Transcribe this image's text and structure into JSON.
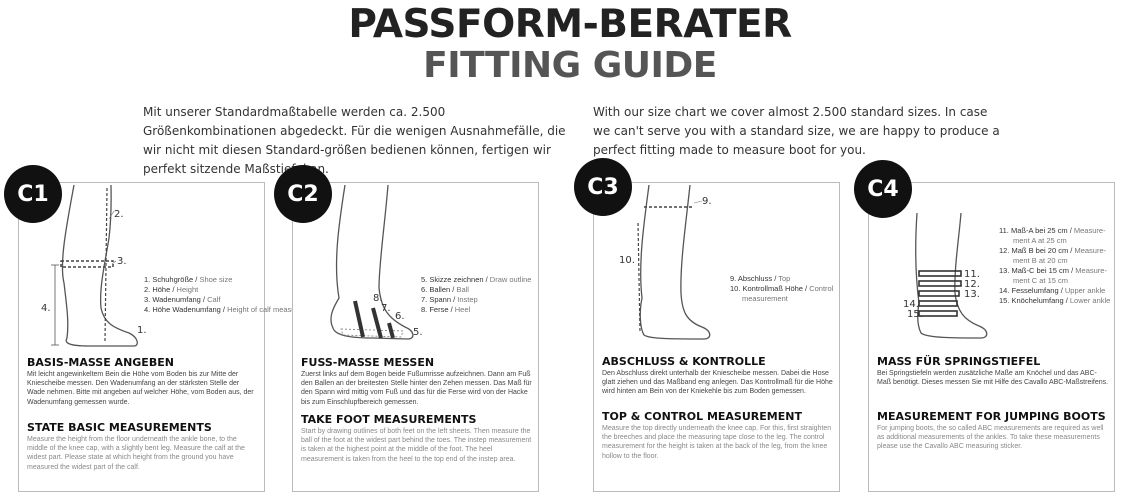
{
  "header": {
    "title_de": "PASSFORM-BERATER",
    "title_en": "FITTING GUIDE"
  },
  "intro": {
    "de": "Mit unserer Standardmaßtabelle werden ca. 2.500 Größenkombinationen abgedeckt. Für die wenigen Ausnahmefälle, die wir nicht mit diesen Standard-größen bedienen können, fertigen wir perfekt sitzende Maßstiefel an.",
    "en": "With our size chart we cover almost 2.500 standard sizes. In case we can't serve you with a standard size, we are happy to produce a perfect fitting made to measure boot for you."
  },
  "panels": [
    {
      "badge": "C1",
      "labels": [
        "1.",
        "2.",
        "3.",
        "4."
      ],
      "legend": [
        {
          "de": "1. Schuhgröße / ",
          "en": "Shoe size"
        },
        {
          "de": "2. Höhe / ",
          "en": "Height"
        },
        {
          "de": "3. Wadenumfang / ",
          "en": "Calf"
        },
        {
          "de": "4. Höhe Wadenumfang / ",
          "en": "Height of calf measurement"
        }
      ],
      "heading_de": "BASIS-MASSE ANGEBEN",
      "text_de": "Mit leicht angewinkeltem Bein die Höhe vom Boden bis zur Mitte der Kniescheibe messen. Den Wadenumfang an der stärksten Stelle der Wade nehmen. Bitte mit angeben auf welcher Höhe, vom Boden aus, der Wadenumfang gemessen wurde.",
      "heading_en": "STATE BASIC MEASUREMENTS",
      "text_en": "Measure the height from the floor underneath the ankle bone, to the middle of the knee cap, with a slightly bent leg. Measure the calf at the widest part. Please state at which height from the ground you have measured the widest part of the calf."
    },
    {
      "badge": "C2",
      "labels": [
        "5.",
        "6.",
        "7.",
        "8."
      ],
      "legend": [
        {
          "de": "5. Skizze zeichnen / ",
          "en": "Draw outline"
        },
        {
          "de": "6. Ballen / ",
          "en": "Ball"
        },
        {
          "de": "7. Spann / ",
          "en": "Instep"
        },
        {
          "de": "8. Ferse / ",
          "en": "Heel"
        }
      ],
      "heading_de": "FUSS-MASSE MESSEN",
      "text_de": "Zuerst links auf dem Bogen beide Fußumrisse aufzeichnen. Dann am Fuß den Ballen an der breitesten Stelle hinter den Zehen messen. Das Maß für den Spann wird mittig vom Fuß und das für die Ferse wird von der Hacke bis zum Einschlupfbereich gemessen.",
      "heading_en": "TAKE FOOT MEASUREMENTS",
      "text_en": "Start by drawing outlines of both feet on the left sheets. Then measure the ball of the foot at the widest part behind the toes. The instep measurement is taken at the highest point at the middle of the foot. The heel measurement is taken from the heel to the top end of the instep area."
    },
    {
      "badge": "C3",
      "labels": [
        "9.",
        "10."
      ],
      "legend": [
        {
          "de": "9. Abschluss / ",
          "en": "Top"
        },
        {
          "de": "10. Kontrollmaß Höhe / ",
          "en": "Control"
        },
        {
          "de": "",
          "en": "measurement"
        }
      ],
      "heading_de": "ABSCHLUSS & KONTROLLE",
      "text_de": "Den Abschluss direkt unterhalb der Kniescheibe messen. Dabei die Hose glatt ziehen und das Maßband eng anlegen. Das Kontrollmaß für die Höhe wird hinten am Bein von der Kniekehle bis zum Boden gemessen.",
      "heading_en": "TOP & CONTROL MEASUREMENT",
      "text_en": "Measure the top directly underneath the knee cap. For this, first straighten the breeches and place the measuring tape close to the leg. The control measurement for the height is taken at the back of the leg, from the knee hollow to the floor."
    },
    {
      "badge": "C4",
      "labels": [
        "11.",
        "12.",
        "13.",
        "14.",
        "15."
      ],
      "legend": [
        {
          "de": "11. Maß-A bei 25 cm / ",
          "en": "Measure-"
        },
        {
          "de": "",
          "en": "ment A at 25 cm"
        },
        {
          "de": "12. Maß B bei 20 cm / ",
          "en": "Measure-"
        },
        {
          "de": "",
          "en": "ment B at 20 cm"
        },
        {
          "de": "13. Maß-C bei 15 cm / ",
          "en": "Measure-"
        },
        {
          "de": "",
          "en": "ment C at 15 cm"
        },
        {
          "de": "14. Fesselumfang / ",
          "en": "Upper ankle"
        },
        {
          "de": "15. Knöchelumfang / ",
          "en": "Lower ankle"
        }
      ],
      "heading_de": "MASS FÜR SPRINGSTIEFEL",
      "text_de": "Bei Springstiefeln werden zusätzliche Maße am Knöchel und das ABC-Maß benötigt. Dieses messen Sie mit Hilfe des Cavallo ABC-Maßstreifens.",
      "heading_en": "MEASUREMENT FOR JUMPING BOOTS",
      "text_en": "For jumping boots, the so called ABC measurements are required as well as additional measurements of the ankles. To take these measurements please use the Cavallo ABC measuring sticker."
    }
  ]
}
